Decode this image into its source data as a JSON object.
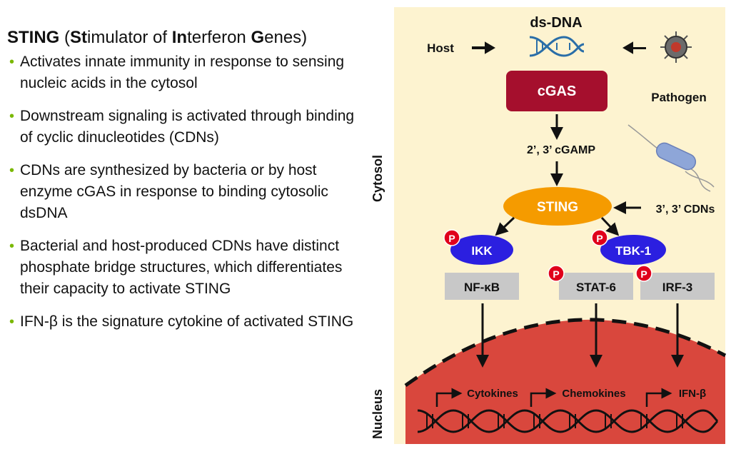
{
  "title": {
    "parts": [
      {
        "text": "STING",
        "bold": true
      },
      {
        "text": " (",
        "bold": false
      },
      {
        "text": "St",
        "bold": true
      },
      {
        "text": "imulator of ",
        "bold": false
      },
      {
        "text": "In",
        "bold": true
      },
      {
        "text": "terferon ",
        "bold": false
      },
      {
        "text": "G",
        "bold": true
      },
      {
        "text": "enes)",
        "bold": false
      }
    ]
  },
  "bullets": [
    "Activates innate immunity in response to sensing nucleic acids in the cytosol",
    "Downstream signaling is activated through binding of cyclic dinucleotides (CDNs)",
    "CDNs are synthesized by bacteria or by host enzyme cGAS in response to binding cytosolic dsDNA",
    "Bacterial and host-produced CDNs have distinct phosphate bridge structures, which differentiates their capacity to activate STING",
    "IFN-β is the signature cytokine of activated STING"
  ],
  "diagram": {
    "ds_dna": "ds-DNA",
    "host": "Host",
    "pathogen": "Pathogen",
    "cgas": "cGAS",
    "cgamp": "2’, 3’ cGAMP",
    "sting": "STING",
    "cdns": "3’, 3’ CDNs",
    "ikk": "IKK",
    "tbk1": "TBK-1",
    "nfkb": "NF-κB",
    "stat6": "STAT-6",
    "irf3": "IRF-3",
    "phospho": "P",
    "cytosol": "Cytosol",
    "nucleus": "Nucleus",
    "cytokines": "Cytokines",
    "chemokines": "Chemokines",
    "ifnb": "IFN-β"
  },
  "colors": {
    "bullet_green": "#7ab800",
    "cytosol_bg": "#fdf3d0",
    "nucleus_red": "#d9473d",
    "cgas_red": "#a50f2d",
    "sting_orange": "#f59b00",
    "kinase_blue": "#2b1fe0",
    "tf_gray": "#c8c8c8",
    "phospho_red": "#e0001b",
    "dna_blue": "#2a6ea8"
  }
}
